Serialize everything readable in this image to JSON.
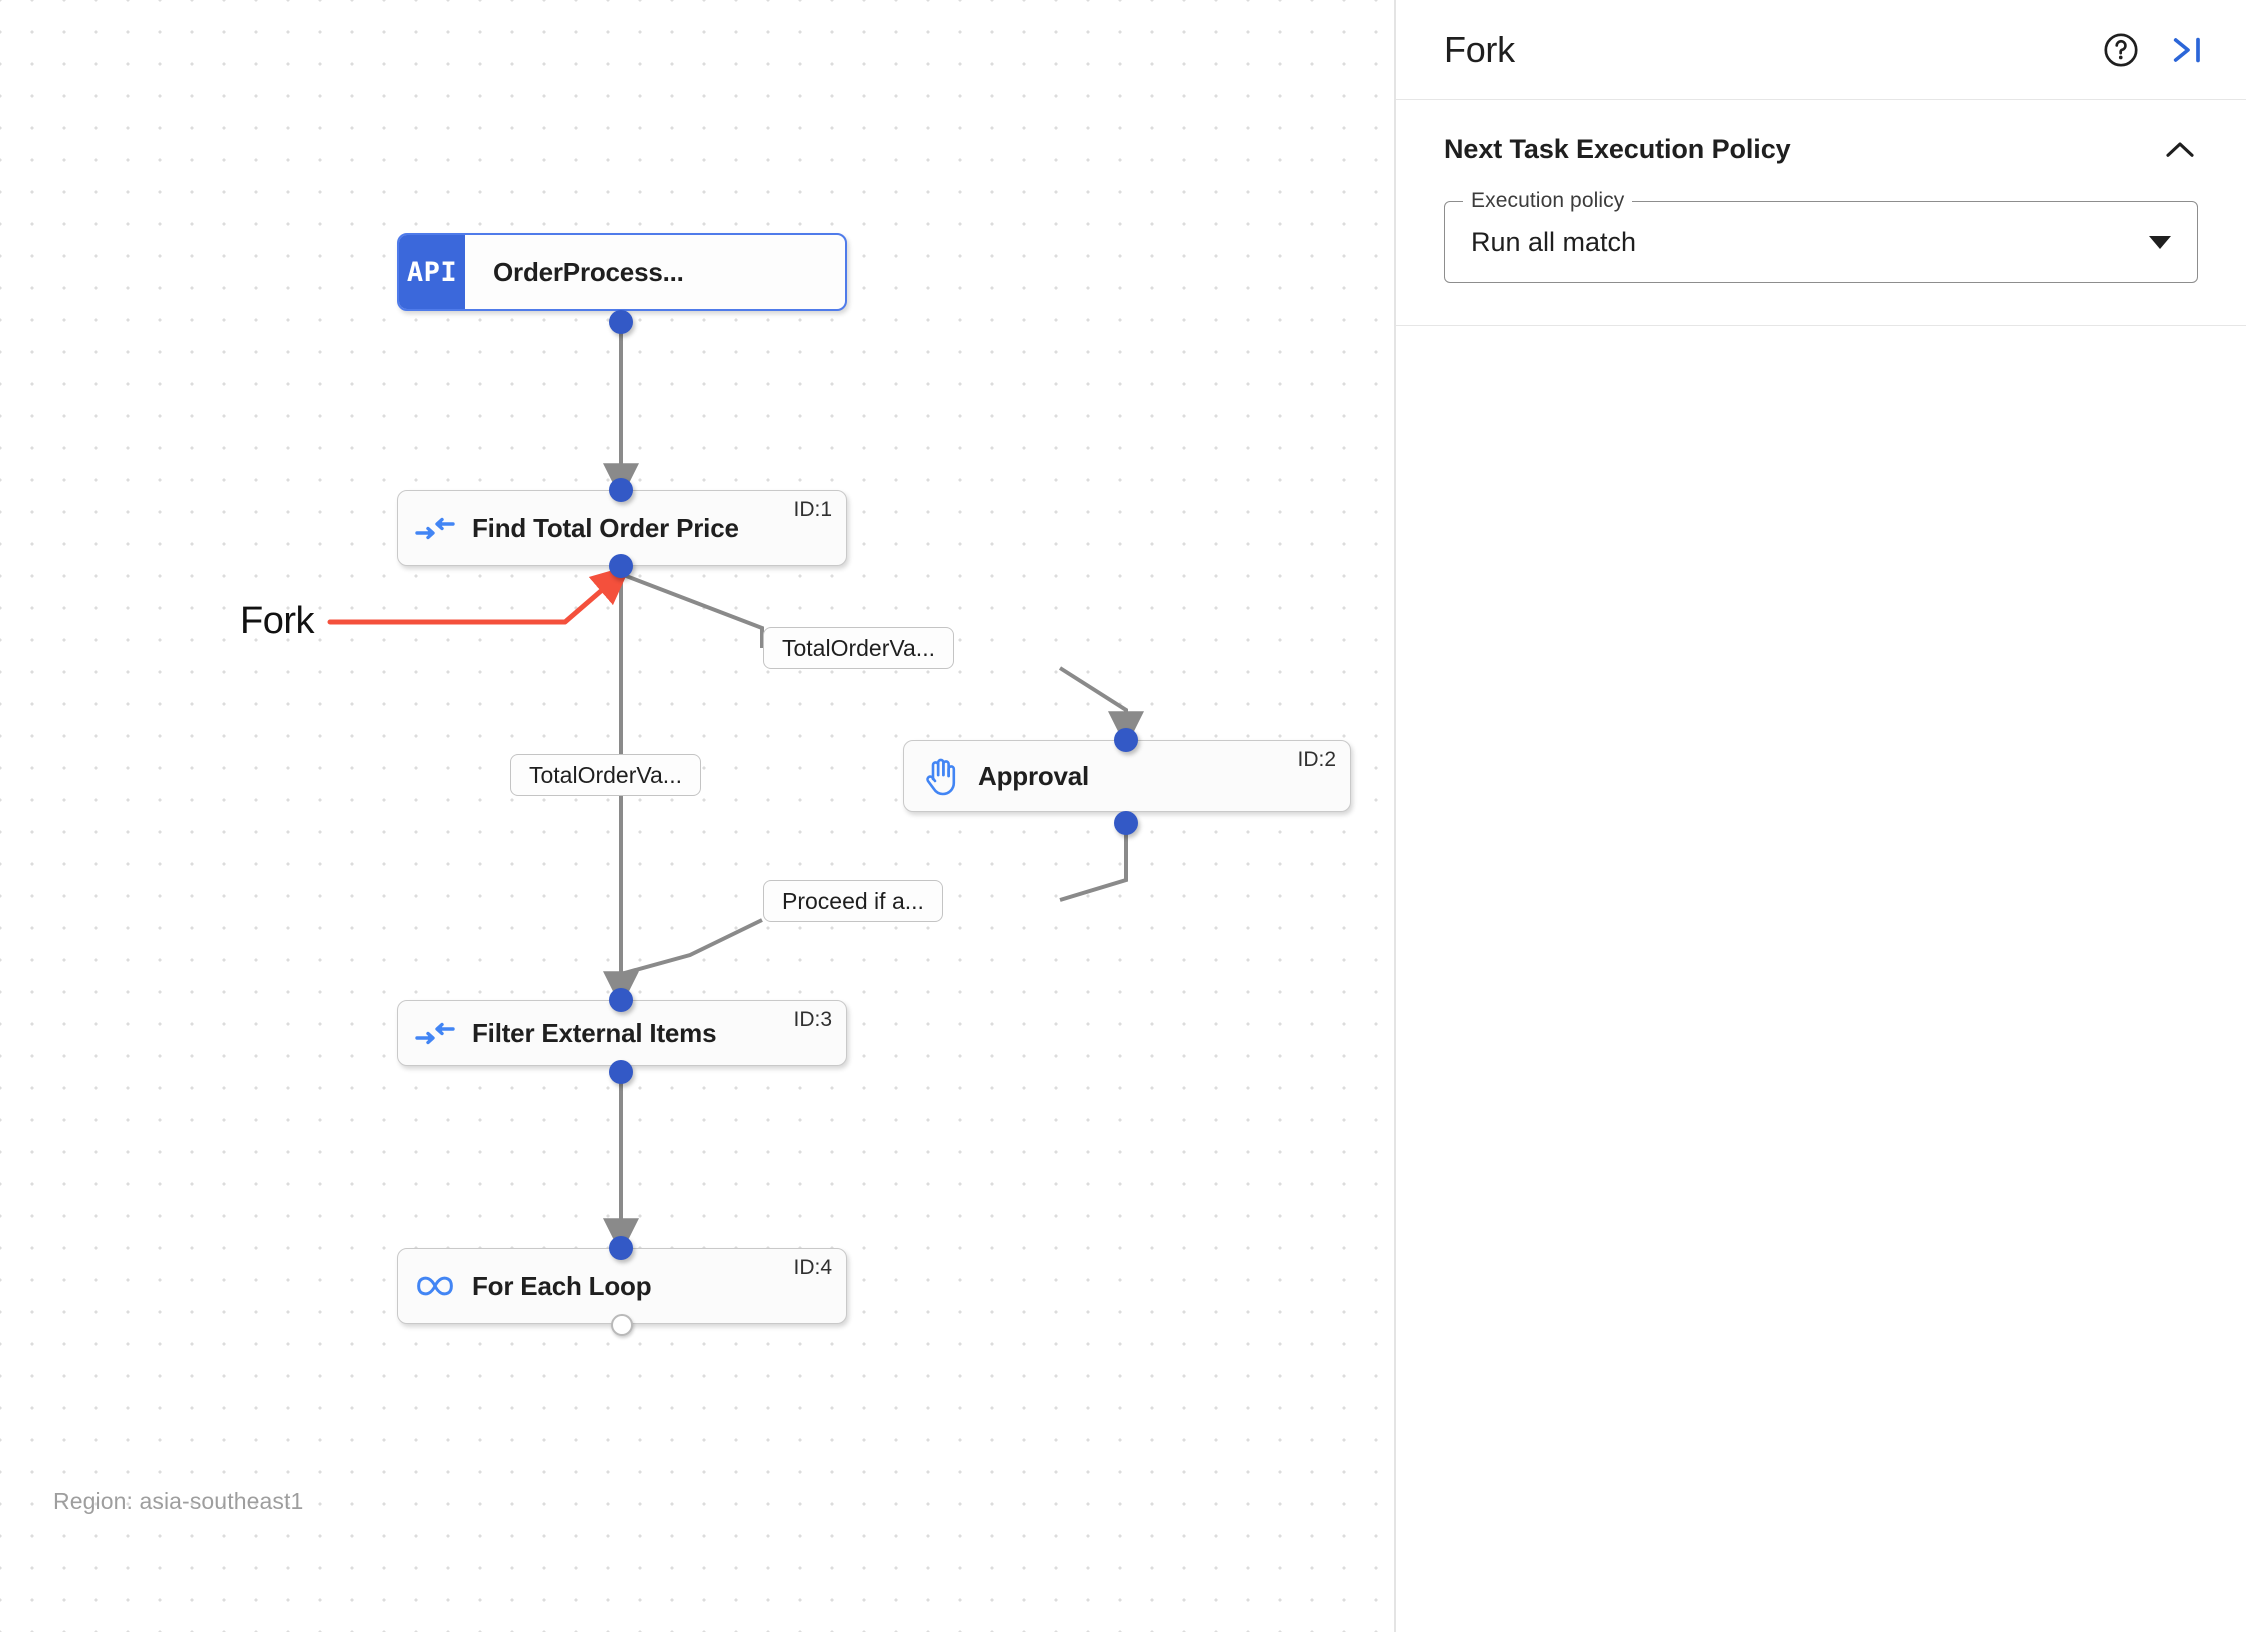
{
  "canvas": {
    "region_label": "Region: asia-southeast1",
    "annotation": {
      "label": "Fork",
      "color": "#f4503c"
    },
    "nodes": [
      {
        "id": "trigger",
        "badge": "API",
        "title": "OrderProcess...",
        "id_label": "",
        "icon": "api-badge"
      },
      {
        "id": "task1",
        "badge": "",
        "title": "Find Total Order Price",
        "id_label": "ID:1",
        "icon": "arrows-converge-icon"
      },
      {
        "id": "task2",
        "badge": "",
        "title": "Approval",
        "id_label": "ID:2",
        "icon": "raised-hand-icon"
      },
      {
        "id": "task3",
        "badge": "",
        "title": "Filter External Items",
        "id_label": "ID:3",
        "icon": "arrows-converge-icon"
      },
      {
        "id": "task4",
        "badge": "",
        "title": "For Each Loop",
        "id_label": "ID:4",
        "icon": "infinity-icon"
      }
    ],
    "edge_labels": [
      {
        "id": "e1",
        "text": "TotalOrderVa..."
      },
      {
        "id": "e2",
        "text": "TotalOrderVa..."
      },
      {
        "id": "e3",
        "text": "Proceed if a..."
      }
    ]
  },
  "panel": {
    "title": "Fork",
    "help_icon": "help-circle-icon",
    "collapse_icon": "collapse-right-icon",
    "section": {
      "title": "Next Task Execution Policy",
      "collapse_icon": "chevron-up-icon",
      "field": {
        "label": "Execution policy",
        "value": "Run all match",
        "caret_icon": "caret-down-icon"
      }
    }
  }
}
